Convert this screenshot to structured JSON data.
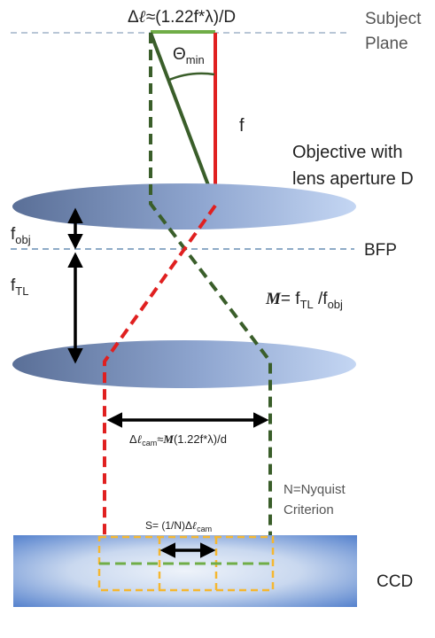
{
  "labels": {
    "subject_plane_line1": "Subject",
    "subject_plane_line2": "Plane",
    "resolution_prefix": "Δ",
    "resolution_ell": "ℓ",
    "resolution_formula": "≈(1.22f*λ)/D",
    "theta": "Θ",
    "theta_sub": "min",
    "f": "f",
    "objective_line1": "Objective with",
    "objective_line2": "lens aperture D",
    "f_obj": "f",
    "f_obj_sub": "obj",
    "bfp": "BFP",
    "f_tl": "f",
    "f_tl_sub": "TL",
    "mag_symbol": "M",
    "mag_eq": "= f",
    "mag_tl_sub": "TL",
    "mag_slash": " /f",
    "mag_obj_sub": "obj",
    "cam_delta": "Δ",
    "cam_ell": "ℓ",
    "cam_sub": "cam",
    "cam_approx": "≈",
    "cam_mag": "M",
    "cam_formula": "(1.22f*λ)/d",
    "nyquist_line1": "N=Nyquist",
    "nyquist_line2": "Criterion",
    "s_prefix": "S= (1/N)Δ",
    "s_ell": "ℓ",
    "s_sub": "cam",
    "ccd": "CCD"
  },
  "colors": {
    "red": "#e02020",
    "green": "#3a5e2a",
    "light_green": "#70ad47",
    "yellow": "#f5b731",
    "dashed_line": "#a9c0d8",
    "bfp_line": "#8eabc7",
    "lens_dark": "#5a6f97",
    "lens_light": "#b9cdee",
    "ccd_dark": "#4675c7",
    "ccd_light": "#e8eef8"
  }
}
